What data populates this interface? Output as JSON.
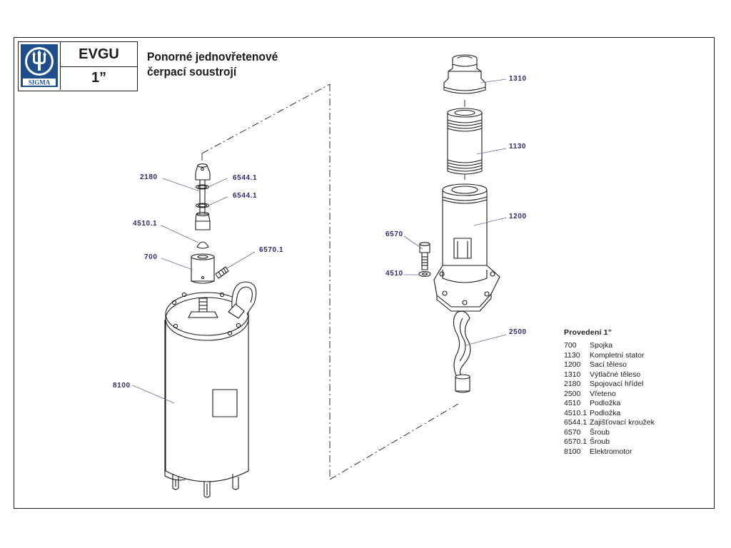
{
  "title_block": {
    "brand": "SIGMA",
    "model": "EVGU",
    "size": "1”"
  },
  "title": {
    "line1": "Ponorné  jednovřetenové",
    "line2": "čerpací  soustrojí"
  },
  "callouts": {
    "c2180": "2180",
    "c6544a": "6544.1",
    "c6544b": "6544.1",
    "c4510_1": "4510.1",
    "c700": "700",
    "c6570_1": "6570.1",
    "c8100": "8100",
    "c1310": "1310",
    "c1130": "1130",
    "c1200": "1200",
    "c6570": "6570",
    "c4510": "4510",
    "c2500": "2500"
  },
  "legend": {
    "heading": "Provedení 1”",
    "items": [
      {
        "code": "700",
        "name": "Spojka"
      },
      {
        "code": "1130",
        "name": "Kompletní stator"
      },
      {
        "code": "1200",
        "name": "Sací těleso"
      },
      {
        "code": "1310",
        "name": "Výtlačné těleso"
      },
      {
        "code": "2180",
        "name": "Spojovací hřídel"
      },
      {
        "code": "2500",
        "name": "Vřeteno"
      },
      {
        "code": "4510",
        "name": "Podložka"
      },
      {
        "code": "4510.1",
        "name": "Podložka"
      },
      {
        "code": "6544.1",
        "name": "Zajišťovací kroužek"
      },
      {
        "code": "6570",
        "name": "Šroub"
      },
      {
        "code": "6570.1",
        "name": "Šroub"
      },
      {
        "code": "8100",
        "name": "Elektromotor"
      }
    ]
  },
  "colors": {
    "line": "#1a1a1a",
    "label": "#2b2b6e",
    "logo": "#1f4e8c"
  }
}
